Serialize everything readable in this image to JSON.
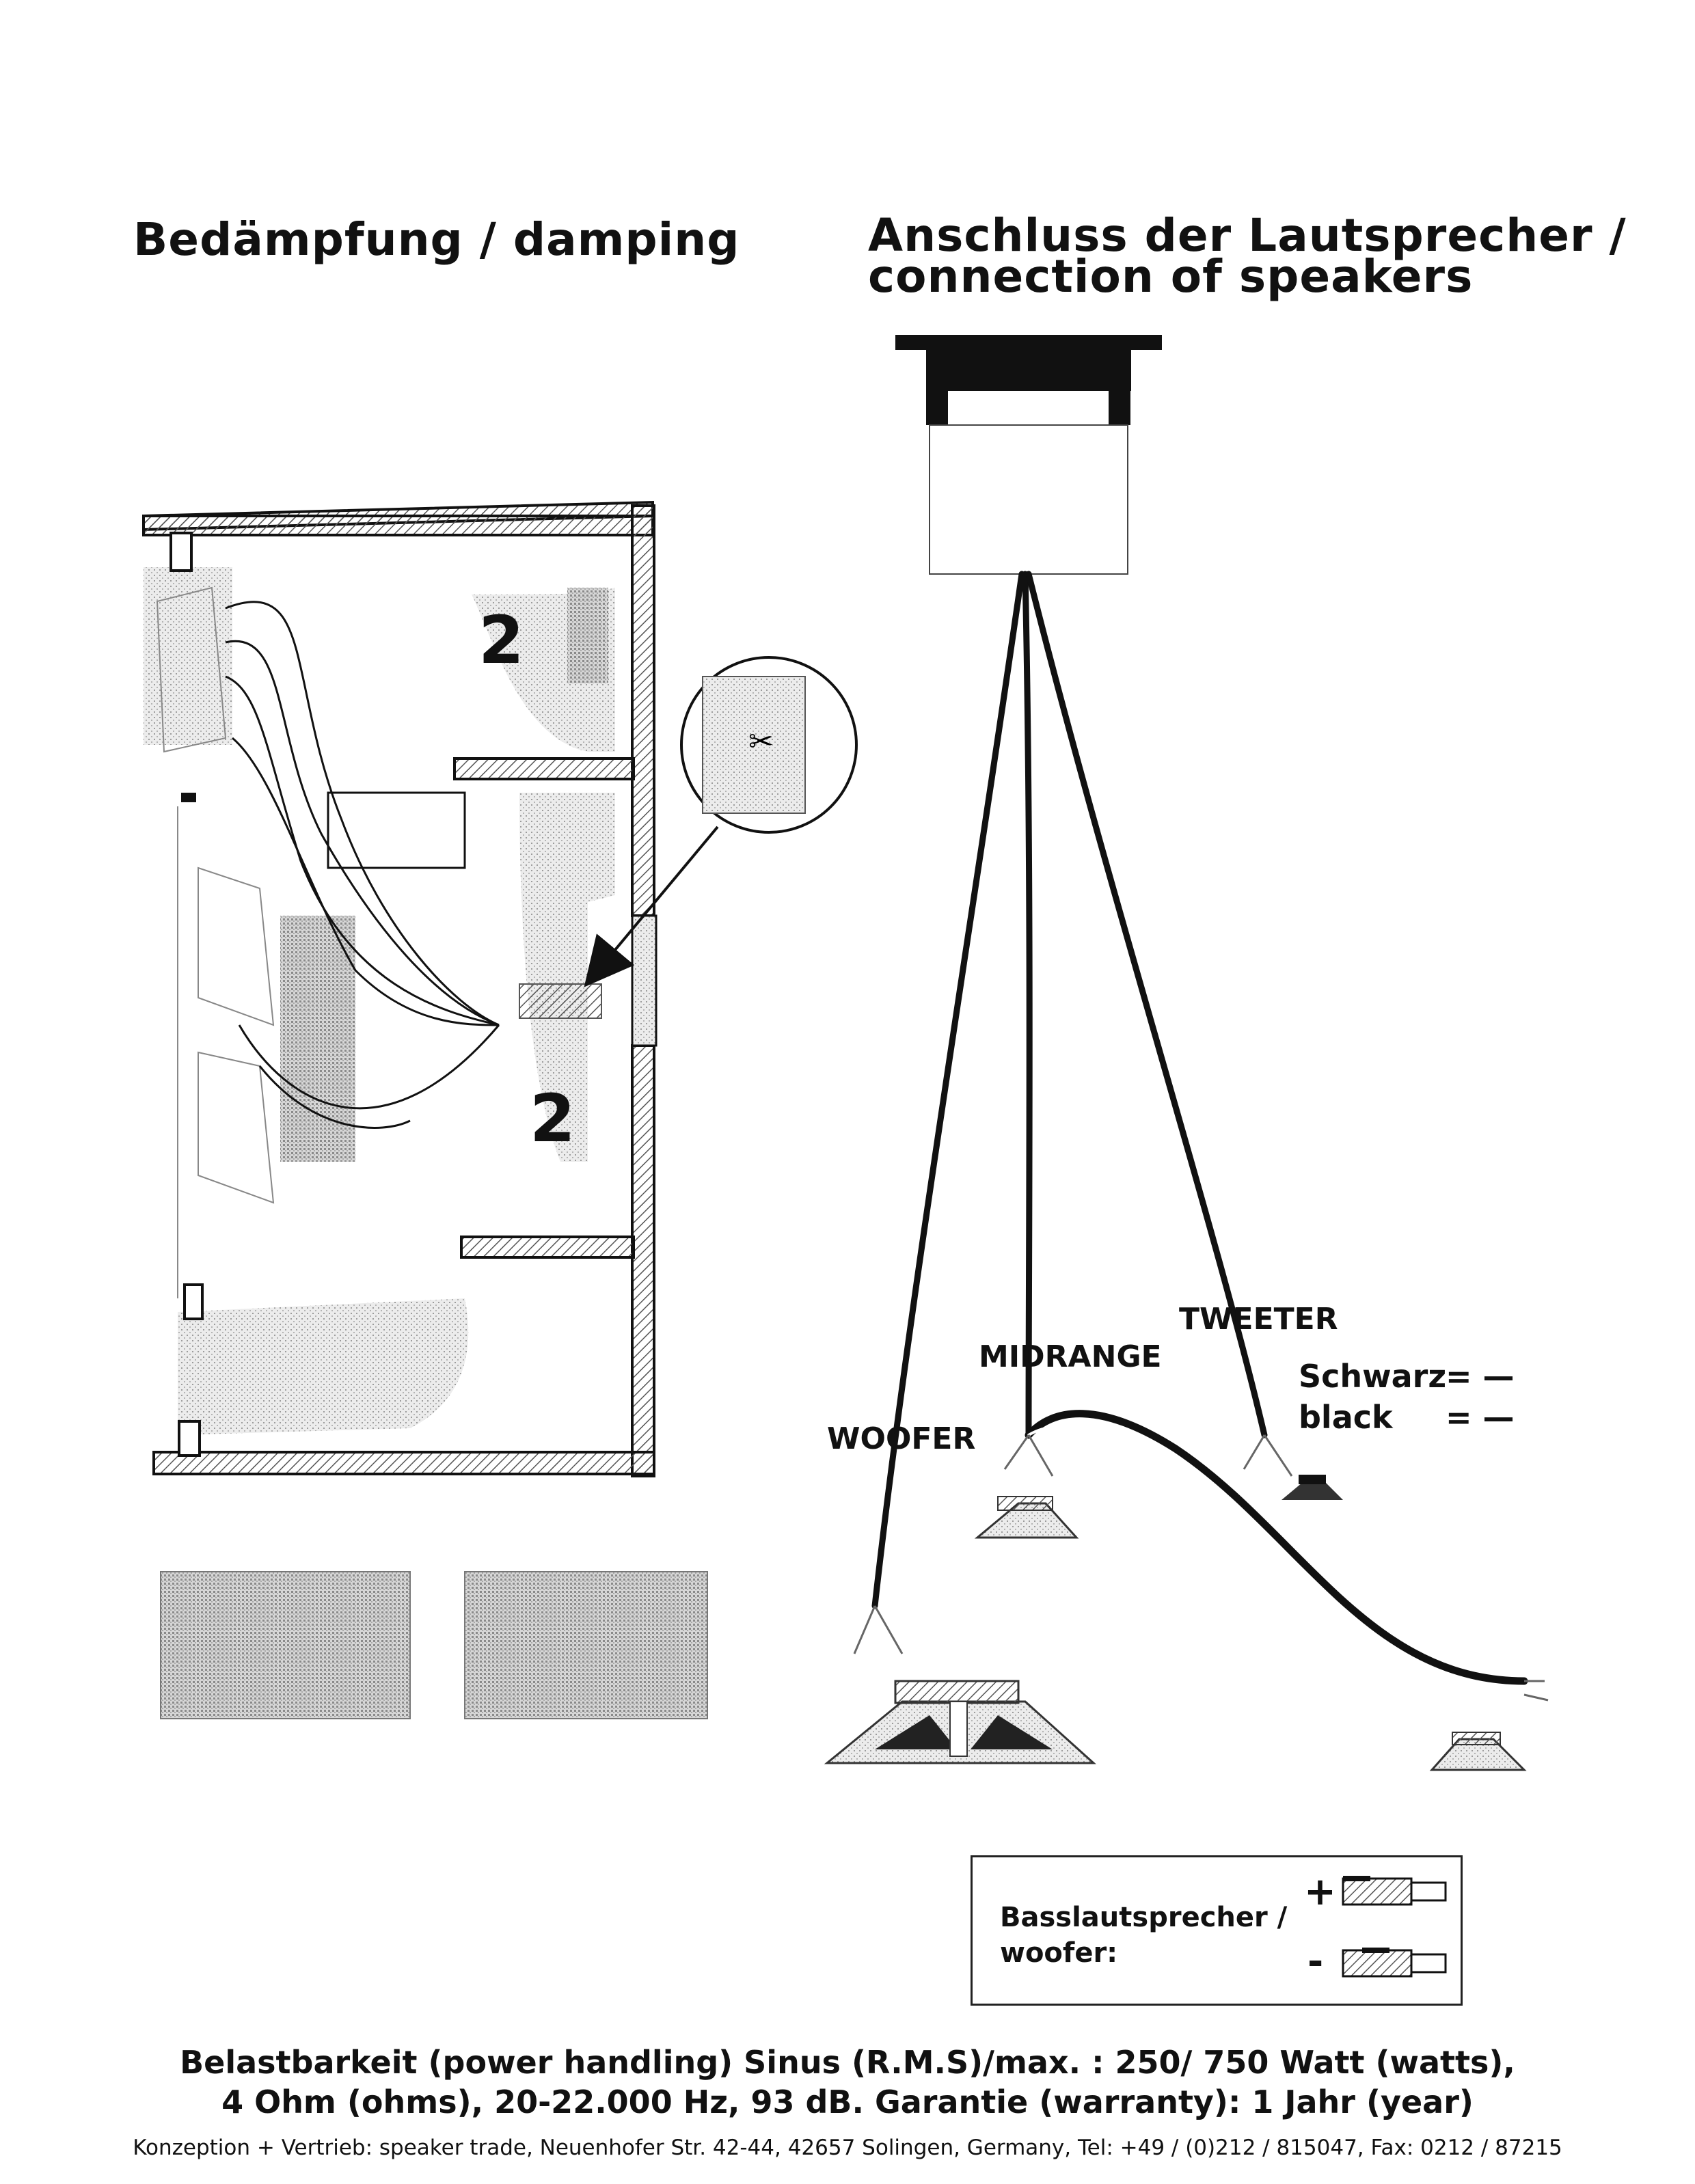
{
  "headings": {
    "damping": "Bedämpfung / damping",
    "connection_line1": "Anschluss der Lautsprecher /",
    "connection_line2": "connection of speakers"
  },
  "damping_diagram": {
    "chamber_upper_label": "2",
    "chamber_lower_label": "2"
  },
  "speaker_diagram": {
    "woofer_label": "WOOFER",
    "midrange_label": "MIDRANGE",
    "tweeter_label": "TWEETER",
    "schwarz_label": "Schwarz",
    "black_label": "black",
    "polarity_equals": "= —"
  },
  "legend": {
    "line1": "Basslautsprecher /",
    "line2": "woofer:",
    "plus": "+",
    "minus": "-"
  },
  "footer": {
    "line1": "Belastbarkeit (power handling) Sinus (R.M.S)/max. : 250/ 750 Watt (watts),",
    "line2": "4 Ohm (ohms), 20-22.000 Hz, 93 dB. Garantie (warranty): 1 Jahr (year)",
    "line3": "Konzeption + Vertrieb: speaker trade, Neuenhofer Str. 42-44, 42657 Solingen, Germany, Tel: +49 / (0)212 / 815047, Fax: 0212 / 87215"
  },
  "colors": {
    "ink": "#111111",
    "hatch": "#9a9a9a",
    "foam": "#c8c8c8",
    "foam_dark": "#8f8f8f"
  }
}
